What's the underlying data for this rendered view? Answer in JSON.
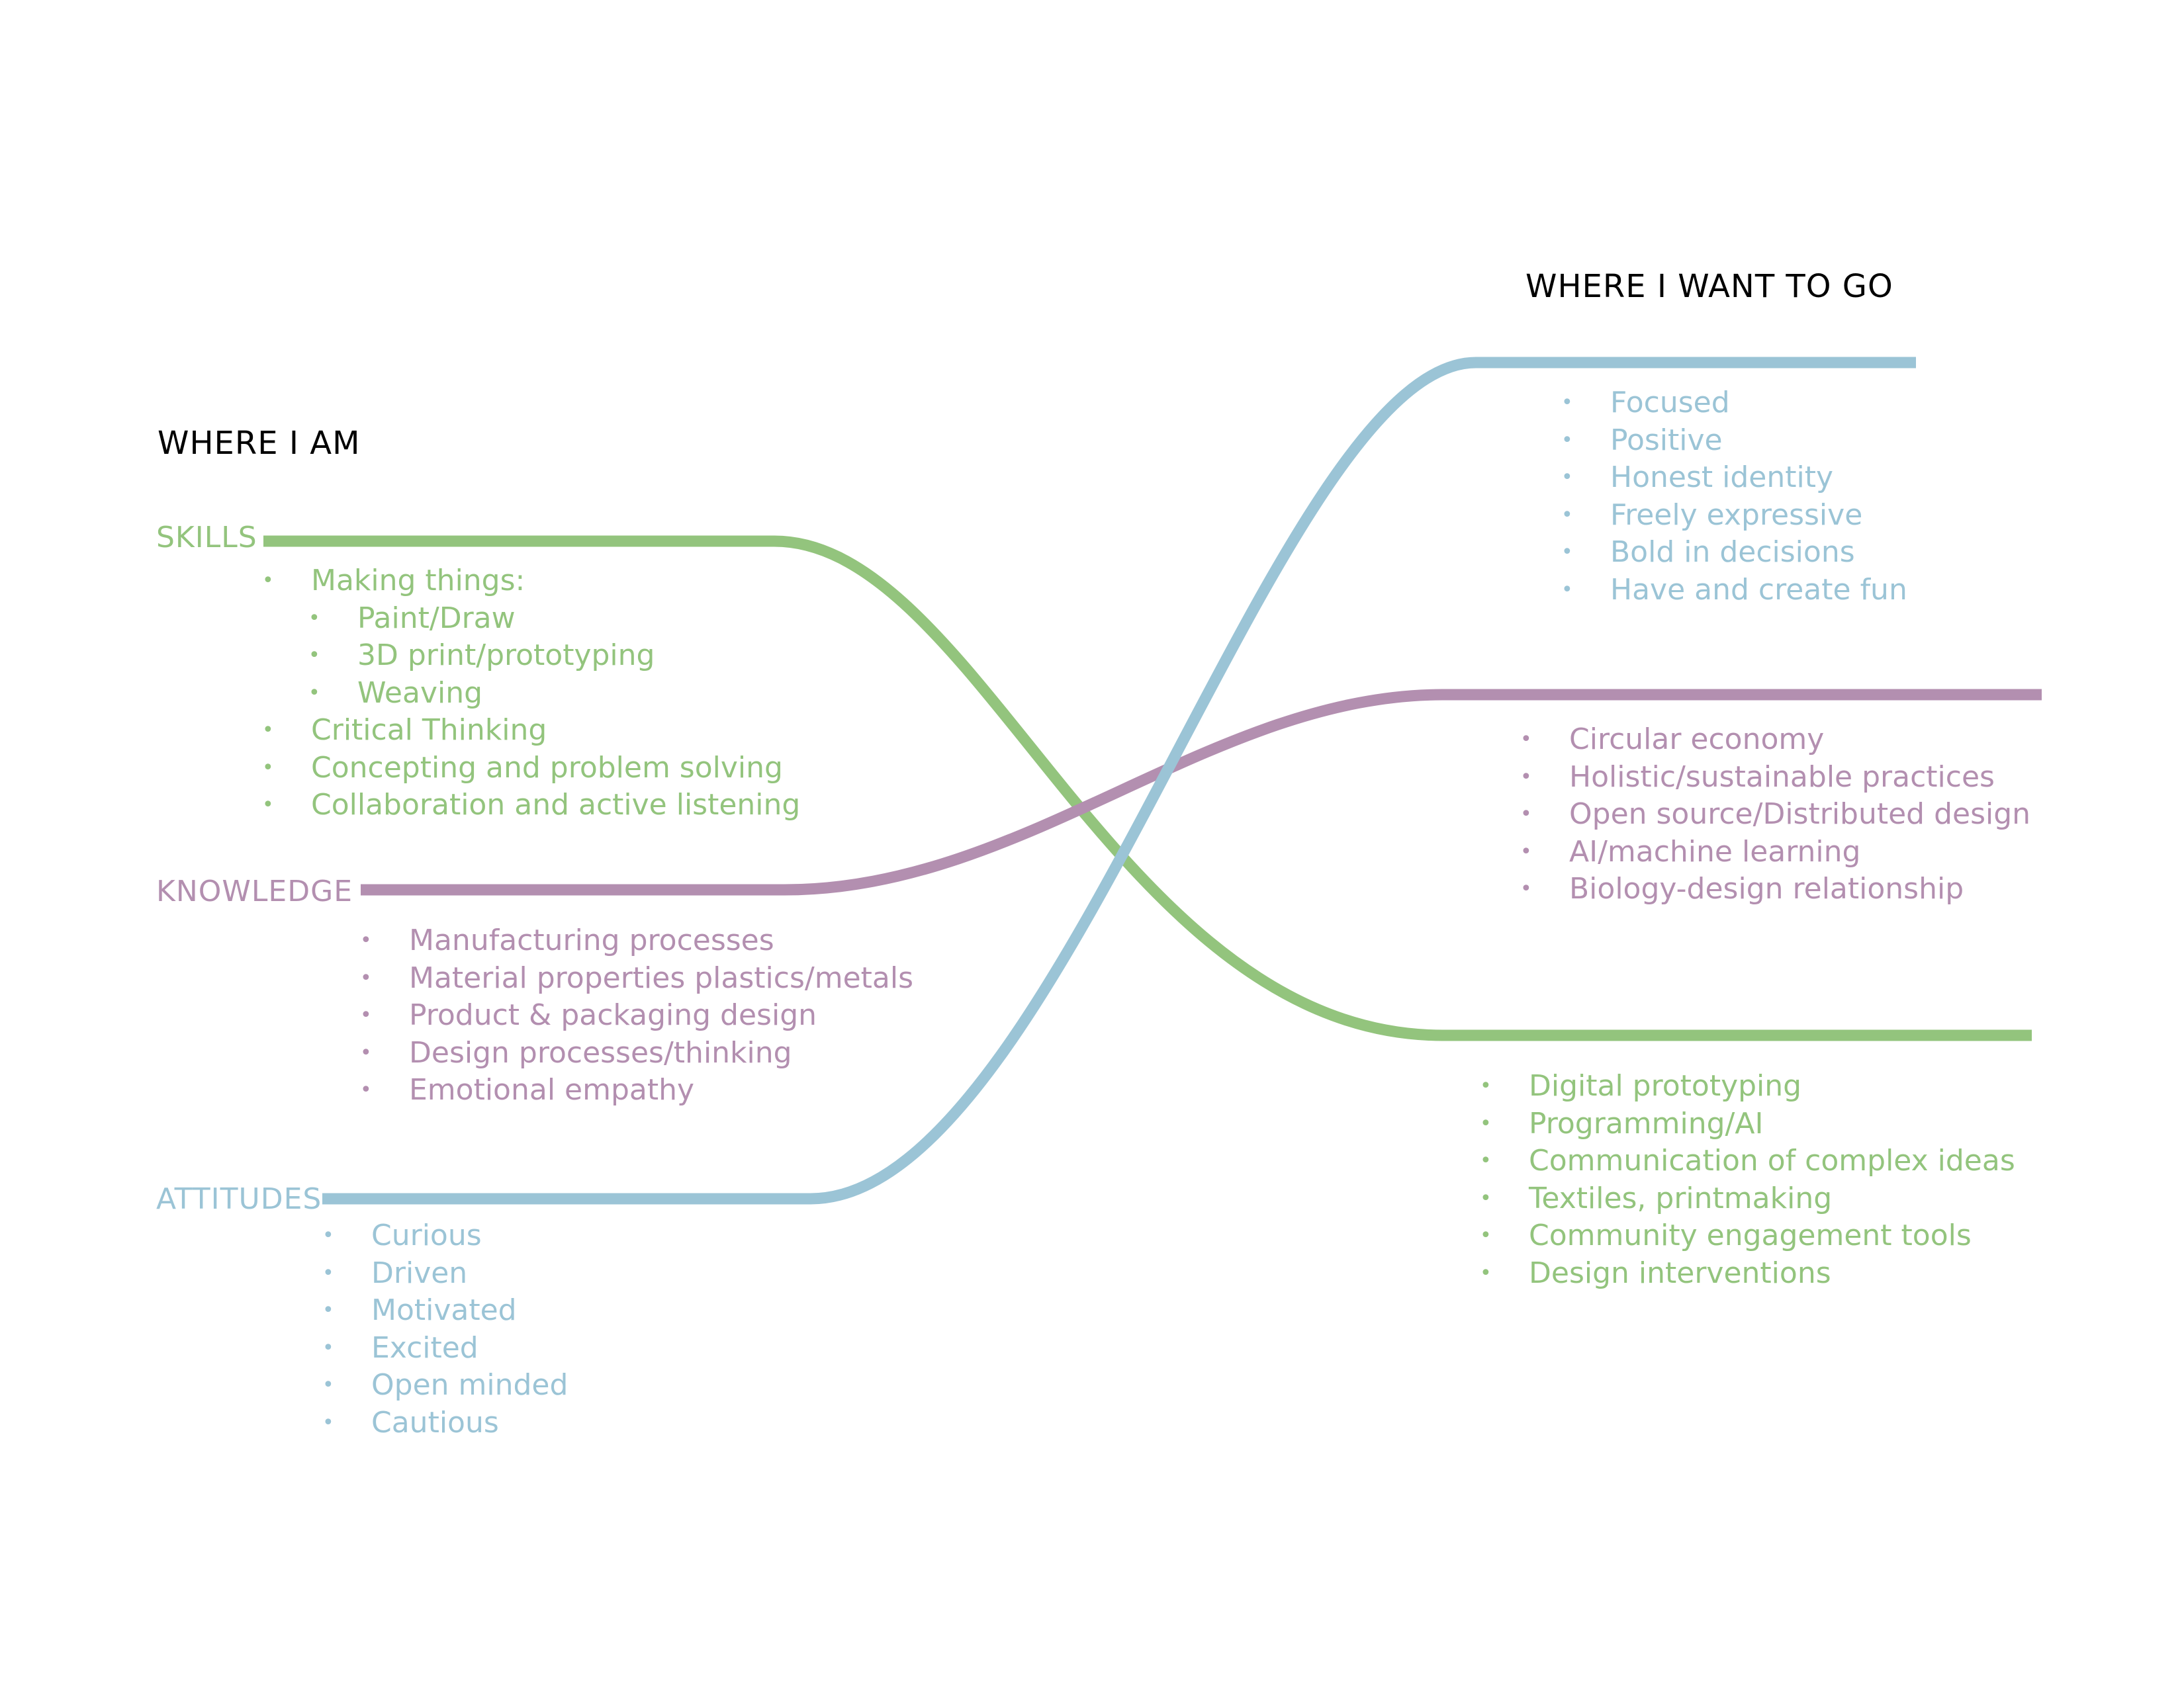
{
  "headings": {
    "where_i_am": "WHERE I AM",
    "where_i_want_to_go": "WHERE I WANT TO GO"
  },
  "colors": {
    "skills": "#93c47d",
    "knowledge": "#b38fb0",
    "attitudes": "#9bc4d6",
    "heading": "#000000"
  },
  "categories": {
    "skills": "SKILLS",
    "knowledge": "KNOWLEDGE",
    "attitudes": "ATTITUDES"
  },
  "current": {
    "skills": [
      {
        "text": "Making things:",
        "level": 1
      },
      {
        "text": "Paint/Draw",
        "level": 2
      },
      {
        "text": "3D print/prototyping",
        "level": 2
      },
      {
        "text": "Weaving",
        "level": 2
      },
      {
        "text": "Critical Thinking",
        "level": 1
      },
      {
        "text": "Concepting and problem solving",
        "level": 1
      },
      {
        "text": "Collaboration and active listening",
        "level": 1
      }
    ],
    "knowledge": [
      "Manufacturing processes",
      "Material properties plastics/metals",
      "Product & packaging design",
      "Design processes/thinking",
      "Emotional empathy"
    ],
    "attitudes": [
      "Curious",
      "Driven",
      "Motivated",
      "Excited",
      "Open minded",
      "Cautious"
    ]
  },
  "future": {
    "attitudes": [
      "Focused",
      "Positive",
      "Honest identity",
      "Freely expressive",
      "Bold in decisions",
      "Have and create fun"
    ],
    "knowledge": [
      "Circular economy",
      "Holistic/sustainable practices",
      "Open source/Distributed design",
      "AI/machine learning",
      "Biology-design relationship"
    ],
    "skills": [
      "Digital prototyping",
      "Programming/AI",
      "Communication of complex ideas",
      "Textiles, printmaking",
      "Community engagement tools",
      "Design interventions"
    ]
  }
}
